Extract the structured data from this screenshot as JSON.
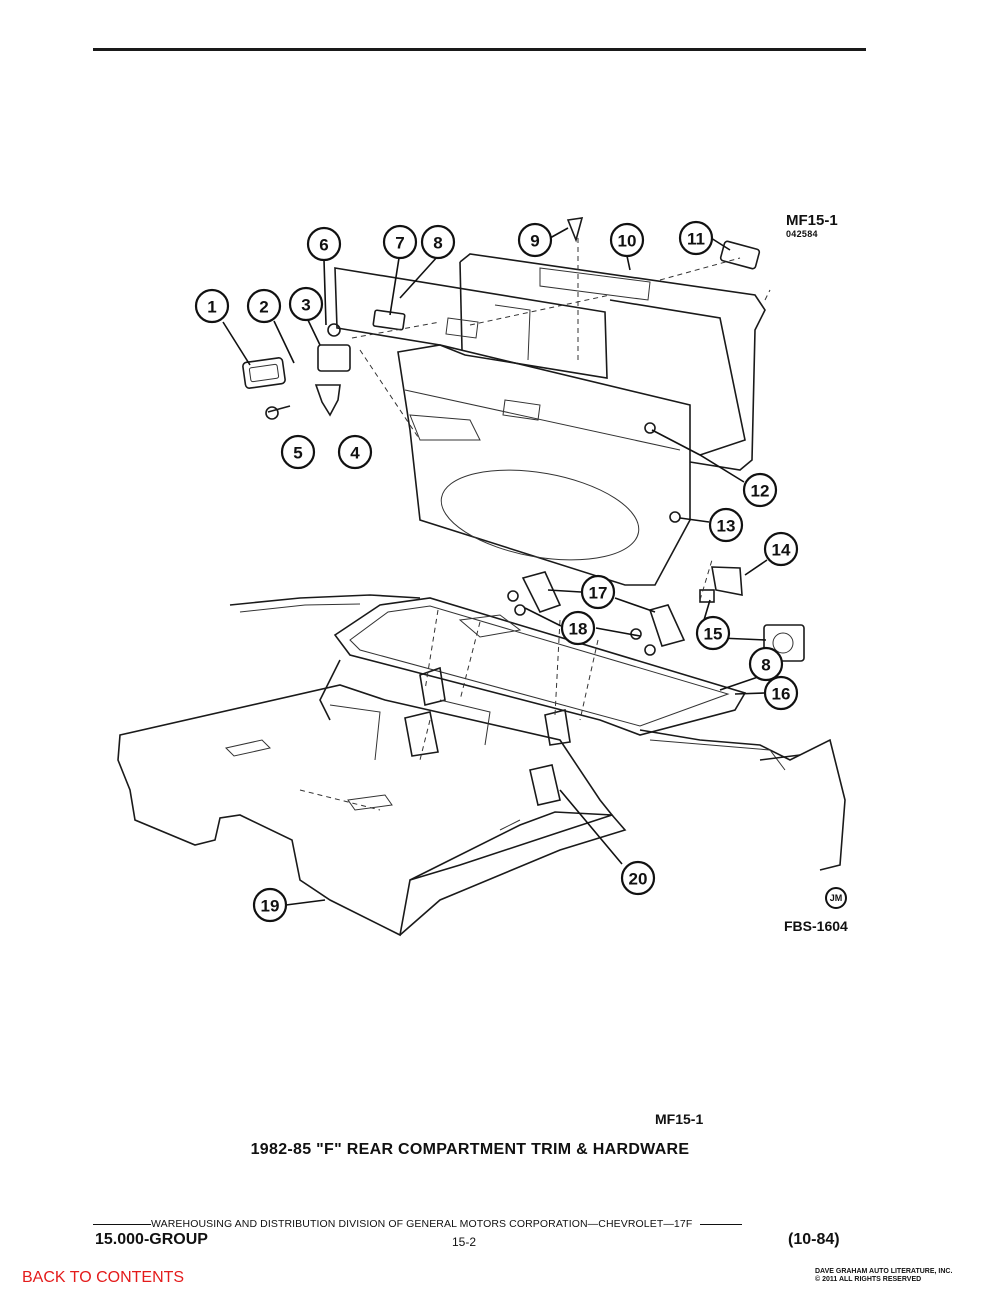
{
  "header": {
    "figure_code": "MF15-1",
    "figure_serial": "042584"
  },
  "diagram": {
    "drawing_id": "FBS-1604",
    "artist_mark": "JM",
    "callouts": [
      "1",
      "2",
      "3",
      "4",
      "5",
      "6",
      "7",
      "8",
      "9",
      "10",
      "11",
      "12",
      "13",
      "14",
      "15",
      "16",
      "17",
      "18",
      "19",
      "20",
      "8"
    ]
  },
  "caption": {
    "figure_code": "MF15-1",
    "title": "1982-85 \"F\" REAR COMPARTMENT TRIM & HARDWARE"
  },
  "footer": {
    "division_line": "WAREHOUSING AND DISTRIBUTION  DIVISION OF GENERAL MOTORS CORPORATION—CHEVROLET—17F",
    "group": "15.000-GROUP",
    "page_number": "15-2",
    "revision": "(10-84)",
    "back_link": "BACK TO CONTENTS",
    "publisher_line1": "DAVE GRAHAM AUTO LITERATURE, INC.",
    "publisher_line2": "© 2011 ALL RIGHTS RESERVED"
  }
}
